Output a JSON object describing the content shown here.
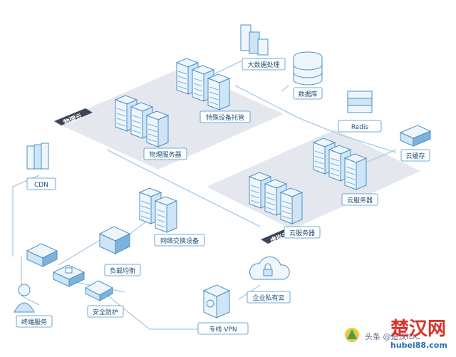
{
  "zones": {
    "physical_cloud": "物理云",
    "virtual_cloud": "虚拟云"
  },
  "nodes": {
    "big_data": "大数据处理",
    "database": "数据库",
    "redis": "Redis",
    "cloud_cache": "云缓存",
    "special_hosting": "特殊设备托管",
    "physical_server": "物理服务器",
    "cloud_server_top": "云服务器",
    "cloud_server_bottom": "云服务器",
    "cdn": "CDN",
    "network_switch": "网络交换设备",
    "load_balance": "负载均衡",
    "security": "安全防护",
    "terminal_service": "终端服务",
    "private_cloud": "企业私有云",
    "vpn": "专线 VPN"
  },
  "watermark": {
    "text": "头条 @楚汉IDC",
    "brand": "楚汉网",
    "url": "hubei88.com"
  },
  "colors": {
    "zone_fill": "#e4e8ee",
    "label_stroke": "#4a90c8",
    "icon_light": "#eef6fc",
    "icon_mid": "#cfe4f4",
    "icon_dark": "#7fb2da",
    "line": "#a9cbe6",
    "zone_tag": "#3c4656"
  }
}
